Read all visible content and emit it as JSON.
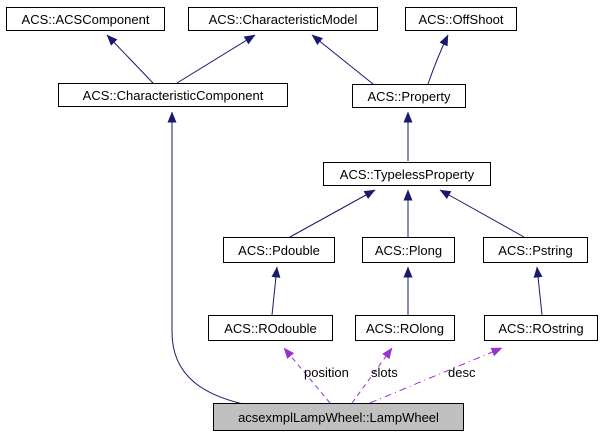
{
  "nodes": {
    "acscomponent": {
      "label": "ACS::ACSComponent"
    },
    "characteristicmodel": {
      "label": "ACS::CharacteristicModel"
    },
    "offshoot": {
      "label": "ACS::OffShoot"
    },
    "characteristiccomponent": {
      "label": "ACS::CharacteristicComponent"
    },
    "property": {
      "label": "ACS::Property"
    },
    "typelessproperty": {
      "label": "ACS::TypelessProperty"
    },
    "pdouble": {
      "label": "ACS::Pdouble"
    },
    "plong": {
      "label": "ACS::Plong"
    },
    "pstring": {
      "label": "ACS::Pstring"
    },
    "rodouble": {
      "label": "ACS::ROdouble"
    },
    "rolong": {
      "label": "ACS::ROlong"
    },
    "rostring": {
      "label": "ACS::ROstring"
    },
    "lampwheel": {
      "label": "acsexmplLampWheel::LampWheel",
      "highlighted": true
    }
  },
  "edge_labels": {
    "position": "position",
    "slots": "slots",
    "desc": "desc"
  },
  "edges": [
    {
      "from": "characteristiccomponent",
      "to": "acscomponent",
      "type": "inheritance"
    },
    {
      "from": "characteristiccomponent",
      "to": "characteristicmodel",
      "type": "inheritance"
    },
    {
      "from": "property",
      "to": "characteristicmodel",
      "type": "inheritance"
    },
    {
      "from": "property",
      "to": "offshoot",
      "type": "inheritance"
    },
    {
      "from": "typelessproperty",
      "to": "property",
      "type": "inheritance"
    },
    {
      "from": "pdouble",
      "to": "typelessproperty",
      "type": "inheritance"
    },
    {
      "from": "plong",
      "to": "typelessproperty",
      "type": "inheritance"
    },
    {
      "from": "pstring",
      "to": "typelessproperty",
      "type": "inheritance"
    },
    {
      "from": "rodouble",
      "to": "pdouble",
      "type": "inheritance"
    },
    {
      "from": "rolong",
      "to": "plong",
      "type": "inheritance"
    },
    {
      "from": "rostring",
      "to": "pstring",
      "type": "inheritance"
    },
    {
      "from": "lampwheel",
      "to": "characteristiccomponent",
      "type": "inheritance"
    },
    {
      "from": "lampwheel",
      "to": "rodouble",
      "type": "usage",
      "label": "position"
    },
    {
      "from": "lampwheel",
      "to": "rolong",
      "type": "usage",
      "label": "slots"
    },
    {
      "from": "lampwheel",
      "to": "rostring",
      "type": "usage",
      "label": "desc"
    }
  ],
  "colors": {
    "inheritance": "#191970",
    "usage": "#9a32cd",
    "node_border": "#000000",
    "node_fill": "#ffffff",
    "highlight_fill": "#c0c0c0",
    "background": "#ffffff",
    "text": "#000000"
  }
}
